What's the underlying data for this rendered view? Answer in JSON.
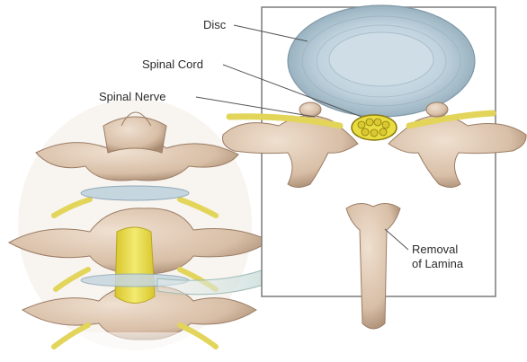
{
  "labels": {
    "disc": "Disc",
    "spinal_cord": "Spinal Cord",
    "spinal_nerve": "Spinal Nerve",
    "removal_line1": "Removal",
    "removal_line2": "of Lamina"
  },
  "colors": {
    "bone": "#d8bea6",
    "bone_shadow": "#a88a72",
    "disc": "#b8cdd8",
    "disc_inner": "#cfdde6",
    "nerve": "#e2d55a",
    "cord": "#e9dc3f",
    "arrow": "#c9dcd9",
    "frame": "#7b7b7b"
  }
}
